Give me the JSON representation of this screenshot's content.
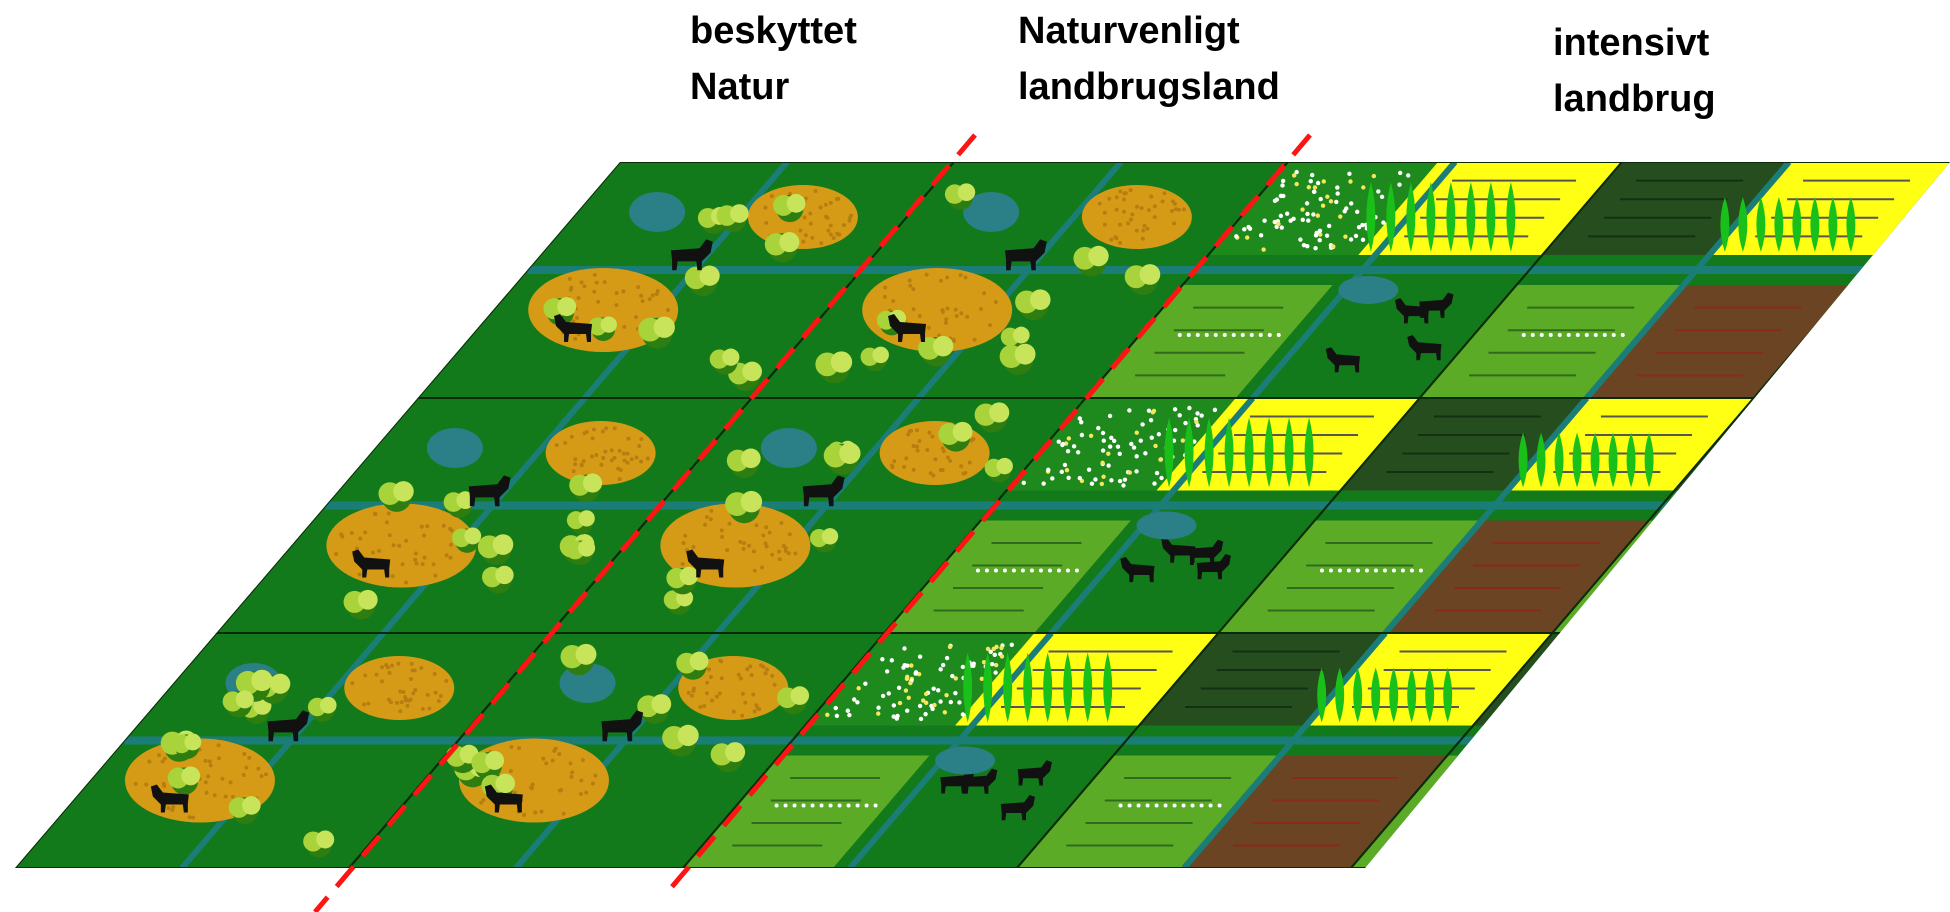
{
  "labels": {
    "protected_nature": [
      "beskyttet",
      "Natur"
    ],
    "nature_friendly": [
      "Naturvenligt",
      "landbrugsland"
    ],
    "intensive": [
      "intensivt",
      "landbrug"
    ]
  },
  "colors": {
    "nature_green": "#127a1a",
    "stream": "#1b7d78",
    "lake": "#2b7f86",
    "meadow": "#d69b16",
    "tree_light": "#a8d33a",
    "meadow_flowers": "#ffffff",
    "crop_field": "#5bab26",
    "rapeseed": "#ffff14",
    "dark_field": "#254d1e",
    "plowed_soil": "#6b4423",
    "poplar": "#19c019",
    "animal": "#111111",
    "divider": "#ff1414"
  },
  "zones": [
    "protected-nature",
    "nature-friendly-farmland",
    "intensive-farmland"
  ],
  "icons": [
    "tree-icon",
    "animal-icon",
    "poplar-icon",
    "flower-icon"
  ]
}
